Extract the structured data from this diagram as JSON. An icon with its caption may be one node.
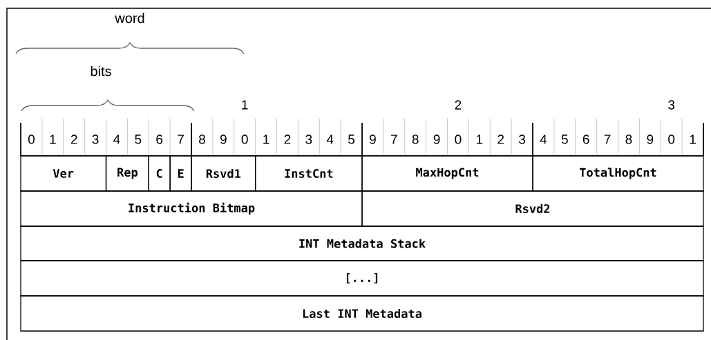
{
  "diagram": {
    "nodes": [
      {
        "text": [
          "Ver"
        ]
      },
      {
        "text": [
          "Rep"
        ]
      },
      {
        "text": [
          "C"
        ]
      },
      {
        "text": [
          "E"
        ]
      },
      {
        "text": [
          "Rsvd1"
        ]
      },
      {
        "text": [
          "InstCnt"
        ]
      },
      {
        "text": [
          "MaxHopCnt"
        ]
      },
      {
        "text": [
          "TotalHopCnt"
        ]
      },
      {
        "text": [
          "Instruction Bitmap"
        ]
      },
      {
        "text": [
          "Rsvd2"
        ]
      },
      {
        "text": [
          "INT Metadata Stack"
        ]
      },
      {
        "text": [
          "[...]"
        ]
      },
      {
        "text": [
          "Last INT Metadata"
        ]
      }
    ],
    "edges": [],
    "labels": [
      "word",
      "bits",
      "1",
      "2",
      "3",
      "0",
      "1",
      "2",
      "3",
      "4",
      "5",
      "6",
      "7",
      "8",
      "9",
      "0",
      "1",
      "2",
      "3",
      "4",
      "5",
      "9",
      "7",
      "8",
      "9",
      "0",
      "1",
      "2",
      "3",
      "4",
      "5",
      "6",
      "7",
      "8",
      "9",
      "0",
      "1"
    ]
  }
}
